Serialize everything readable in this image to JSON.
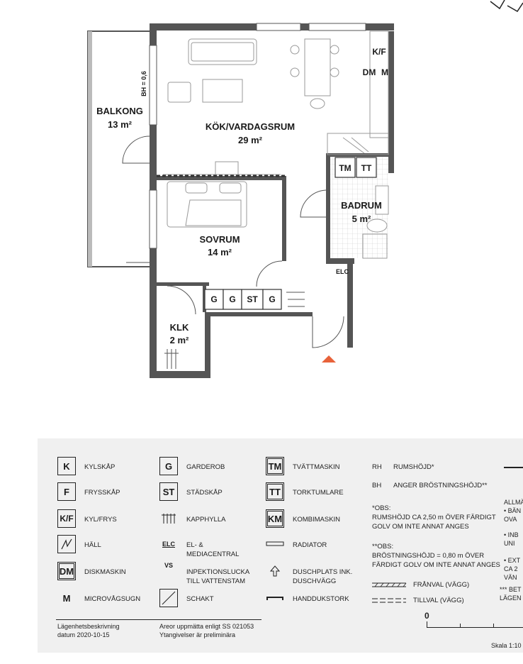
{
  "rooms": {
    "balkong": {
      "name": "BALKONG",
      "area": "13 m²"
    },
    "kok": {
      "name": "KÖK/VARDAGSRUM",
      "area": "29 m²"
    },
    "sovrum": {
      "name": "SOVRUM",
      "area": "14 m²"
    },
    "badrum": {
      "name": "BADRUM",
      "area": "5 m²"
    },
    "klk": {
      "name": "KLK",
      "area": "2 m²"
    }
  },
  "plan_codes": {
    "kf": "K/F",
    "dm": "DM",
    "m": "M",
    "tm": "TM",
    "tt": "TT",
    "g1": "G",
    "g2": "G",
    "st": "ST",
    "g3": "G",
    "elc": "ELC",
    "bh": "BH = 0,6"
  },
  "legend": {
    "col1": [
      {
        "sym": "K",
        "label": "KYLSKÅP"
      },
      {
        "sym": "F",
        "label": "FRYSSKÅP"
      },
      {
        "sym": "K/F",
        "label": "KYL/FRYS"
      },
      {
        "sym": "",
        "label": "HÄLL",
        "icon": "hob-icon"
      },
      {
        "sym": "DM",
        "label": "DISKMASKIN"
      },
      {
        "sym": "M",
        "label": "MICROVÅGSUGN"
      }
    ],
    "col2": [
      {
        "sym": "G",
        "label": "GARDEROB"
      },
      {
        "sym": "ST",
        "label": "STÄDSKÅP"
      },
      {
        "sym": "",
        "label": "KAPPHYLLA",
        "icon": "coat-rack-icon"
      },
      {
        "sym": "ELC",
        "label": "EL- &\nMEDIACENTRAL"
      },
      {
        "sym": "VS",
        "label": "INPEKTIONSLUCKA\nTILL VATTENSTAM"
      },
      {
        "sym": "",
        "label": "SCHAKT",
        "icon": "shaft-icon"
      }
    ],
    "col3": [
      {
        "sym": "TM",
        "label": "TVÄTTMASKIN"
      },
      {
        "sym": "TT",
        "label": "TORKTUMLARE"
      },
      {
        "sym": "KM",
        "label": "KOMBIMASKIN"
      },
      {
        "sym": "",
        "label": "RADIATOR",
        "icon": "radiator-icon"
      },
      {
        "sym": "",
        "label": "DUSCHPLATS INK.\nDUSCHVÄGG",
        "icon": "shower-icon"
      },
      {
        "sym": "",
        "label": "HANDDUKSTORK",
        "icon": "towel-rail-icon"
      }
    ],
    "rh": {
      "code": "RH",
      "label": "RUMSHÖJD*"
    },
    "bh": {
      "code": "BH",
      "label": "ANGER BRÖSTNINGSHÖJD**"
    },
    "obs1": "*OBS:\nRUMSHÖJD CA 2,50 m ÖVER FÄRDIGT\nGOLV OM INTE ANNAT ANGES",
    "obs2": "**OBS:\nBRÖSTNINGSHÖJD = 0,80 m ÖVER\nFÄRDIGT GOLV OM INTE ANNAT ANGES",
    "franval": "FRÅNVAL (VÄGG)",
    "tillval": "TILLVAL (VÄGG)",
    "allm": "ALLMÄ",
    "bullet1": "• BÄN\n  OVA",
    "bullet2": "• INB\n  UNI",
    "bullet3": "• EXT\n  CA 2\n  VÄN",
    "footnote": "*** BET\nLÄGEN",
    "scale_zero": "0",
    "scale": "Skala 1:10"
  },
  "footer": {
    "left": "Lägenhetsbeskrivning\ndatum 2020-10-15",
    "right": "Areor uppmätta enligt SS 021053\nYtangivelser är preliminära"
  },
  "colors": {
    "wall": "#555555",
    "entrance_marker": "#e8623a",
    "legend_bg": "#f0f0f0"
  }
}
